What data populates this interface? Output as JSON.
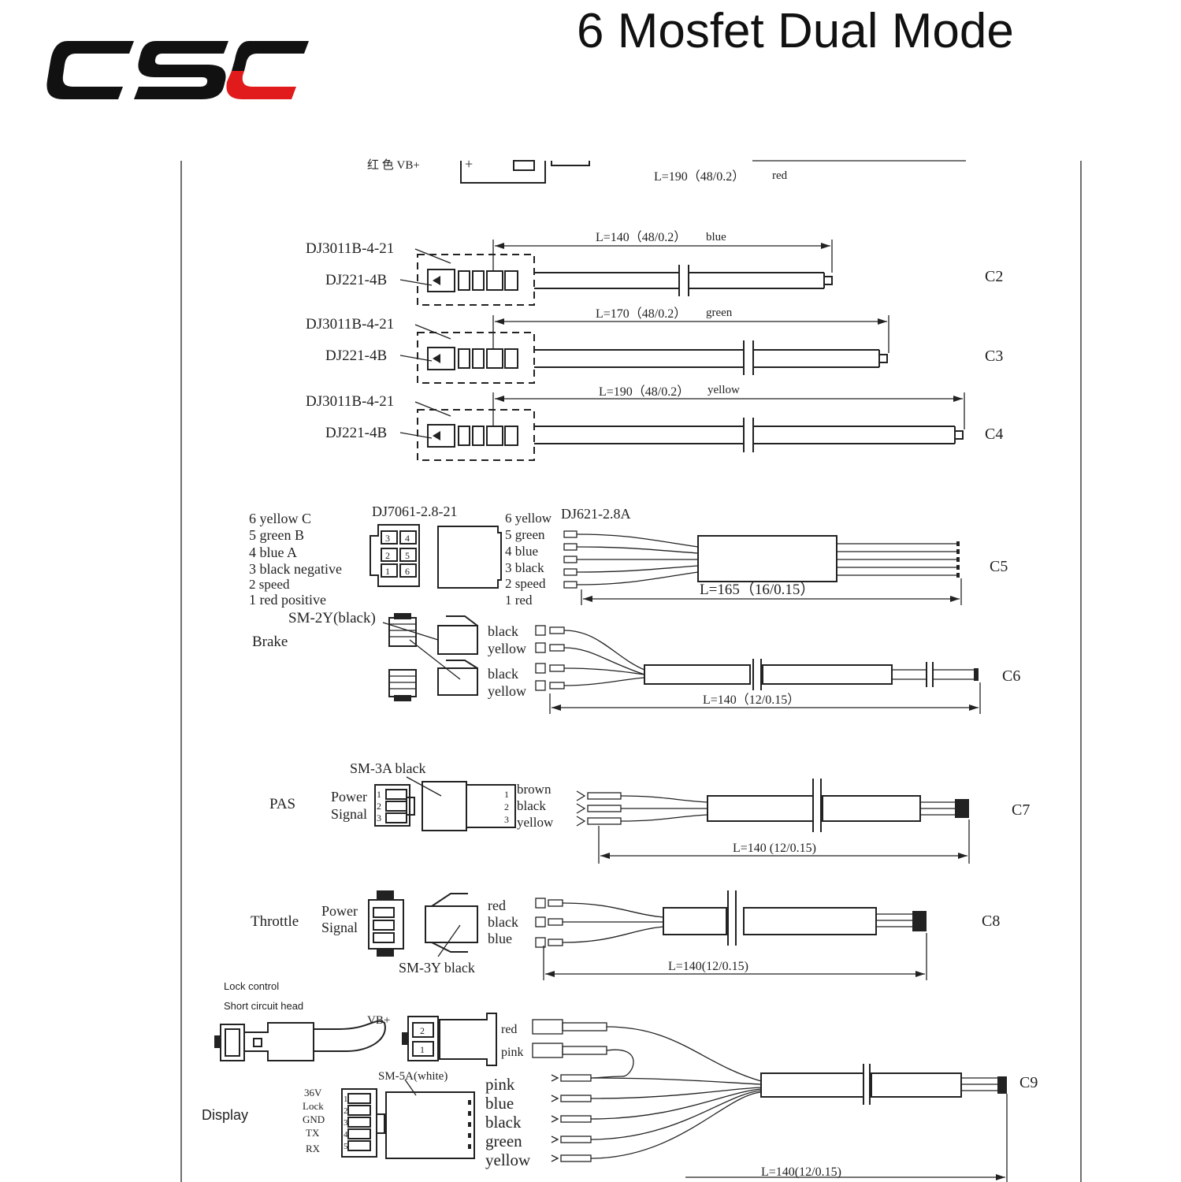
{
  "title": "6 Mosfet Dual Mode",
  "colors": {
    "logo_black": "#111111",
    "logo_red": "#e11b1b",
    "line": "#222222"
  },
  "top_partial": {
    "cn_label": "红 色 VB+",
    "plus": "+",
    "length": "L=190（48/0.2）",
    "color": "red"
  },
  "c2": {
    "id": "C2",
    "part_a": "DJ3011B-4-21",
    "part_b": "DJ221-4B",
    "length": "L=140（48/0.2）",
    "color": "blue"
  },
  "c3": {
    "id": "C3",
    "part_a": "DJ3011B-4-21",
    "part_b": "DJ221-4B",
    "length": "L=170（48/0.2）",
    "color": "green"
  },
  "c4": {
    "id": "C4",
    "part_a": "DJ3011B-4-21",
    "part_b": "DJ221-4B",
    "length": "L=190（48/0.2）",
    "color": "yellow"
  },
  "c5": {
    "id": "C5",
    "pinout": [
      "6 yellow C",
      "5 green B",
      "4 blue A",
      "3 black negative",
      "2 speed",
      "1 red positive"
    ],
    "part_a": "DJ7061-2.8-21",
    "part_b": "DJ621-2.8A",
    "pin_numbers": [
      "3",
      "4",
      "2",
      "5",
      "1",
      "6"
    ],
    "wires": [
      "6 yellow",
      "5 green",
      "4 blue",
      "3 black",
      "2 speed",
      "1 red"
    ],
    "length": "L=165（16/0.15）"
  },
  "c6": {
    "id": "C6",
    "label": "Brake",
    "connector": "SM-2Y(black)",
    "wires": [
      "black",
      "yellow",
      "black",
      "yellow"
    ],
    "length": "L=140（12/0.15）"
  },
  "c7": {
    "id": "C7",
    "label": "PAS",
    "connector": "SM-3A black",
    "side_labels": [
      "Power",
      "Signal"
    ],
    "pin_numbers": [
      "1",
      "2",
      "3"
    ],
    "wires": [
      "brown",
      "black",
      "yellow"
    ],
    "length": "L=140 (12/0.15)"
  },
  "c8": {
    "id": "C8",
    "label": "Throttle",
    "connector": "SM-3Y black",
    "side_labels": [
      "Power",
      "Signal"
    ],
    "wires": [
      "red",
      "black",
      "blue"
    ],
    "length": "L=140(12/0.15)"
  },
  "c9": {
    "id": "C9",
    "lock_labels": [
      "Lock control",
      "Short circuit head"
    ],
    "vb": "VB+",
    "lock_pins": [
      "2",
      "1"
    ],
    "lock_wires": [
      "red",
      "pink"
    ],
    "label": "Display",
    "connector": "SM-5A(white)",
    "pin_names": [
      "36V",
      "Lock",
      "GND",
      "TX",
      "RX"
    ],
    "pin_numbers": [
      "1",
      "2",
      "3",
      "4",
      "5"
    ],
    "wires": [
      "pink",
      "blue",
      "black",
      "green",
      "yellow"
    ],
    "length": "L=140(12/0.15)"
  }
}
